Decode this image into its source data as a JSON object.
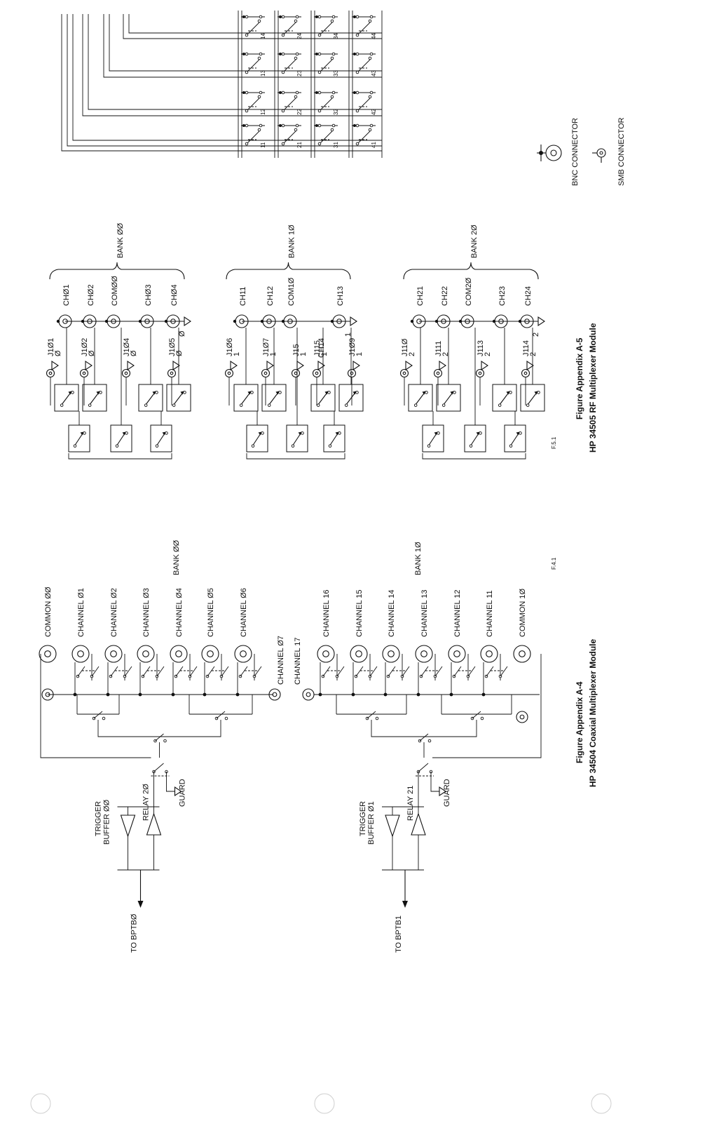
{
  "page": {
    "figure_a4": {
      "caption_line1": "Figure Appendix A-4",
      "caption_line2": "HP 34504 Coaxial Multiplexer Module",
      "code": "F.4.1",
      "bank0": {
        "bank_label": "BANK ØØ",
        "common": "COMMON ØØ",
        "channels": [
          "CHANNEL Ø1",
          "CHANNEL Ø2",
          "CHANNEL Ø3",
          "CHANNEL Ø4",
          "CHANNEL Ø5",
          "CHANNEL Ø6"
        ],
        "extra_channel": "CHANNEL Ø7",
        "relay": "RELAY 2Ø",
        "trigger_line1": "TRIGGER",
        "trigger_line2": "BUFFER ØØ",
        "output": "TO BPTBØ",
        "guard": "GUARD"
      },
      "bank1": {
        "bank_label": "BANK 1Ø",
        "common": "COMMON 1Ø",
        "channels": [
          "CHANNEL 16",
          "CHANNEL 15",
          "CHANNEL 14",
          "CHANNEL 13",
          "CHANNEL 12",
          "CHANNEL 11"
        ],
        "extra_channel": "CHANNEL 17",
        "relay": "RELAY 21",
        "trigger_line1": "TRIGGER",
        "trigger_line2": "BUFFER Ø1",
        "output": "TO BPTB1",
        "guard": "GUARD"
      }
    },
    "figure_a5": {
      "caption_line1": "Figure Appendix A-5",
      "caption_line2": "HP 34505 RF Multiplexer Module",
      "code": "F.5.1",
      "banks": [
        {
          "bank_label": "BANK ØØ",
          "channels": [
            "CHØ1",
            "CHØ2",
            "COMØØ",
            "CHØ3",
            "CHØ4"
          ],
          "jacks": [
            "J1Ø1",
            "J1Ø2",
            "J1Ø4",
            "J1Ø5"
          ],
          "ground_marks": [
            "Ø",
            "Ø",
            "Ø",
            "Ø",
            "Ø"
          ]
        },
        {
          "bank_label": "BANK 1Ø",
          "channels": [
            "CH11",
            "CH12",
            "COM1Ø",
            "CH13"
          ],
          "ch14": "CH14",
          "jacks": [
            "J1Ø6",
            "J1Ø7",
            "J15",
            "J115",
            "J1Ø9"
          ],
          "ground_marks": [
            "1",
            "1",
            "1",
            "1",
            "1"
          ]
        },
        {
          "bank_label": "BANK 2Ø",
          "channels": [
            "CH21",
            "CH22",
            "COM2Ø",
            "CH23",
            "CH24"
          ],
          "jacks": [
            "J11Ø",
            "J111",
            "J113",
            "J114"
          ],
          "ground_marks": [
            "2",
            "2",
            "2",
            "2",
            "2"
          ]
        }
      ],
      "matrix_cells": [
        "11",
        "12",
        "13",
        "14",
        "21",
        "22",
        "23",
        "24",
        "31",
        "32",
        "33",
        "34",
        "41",
        "42",
        "43",
        "44"
      ],
      "legend": {
        "bnc": "BNC CONNECTOR",
        "smb": "SMB CONNECTOR"
      }
    }
  }
}
